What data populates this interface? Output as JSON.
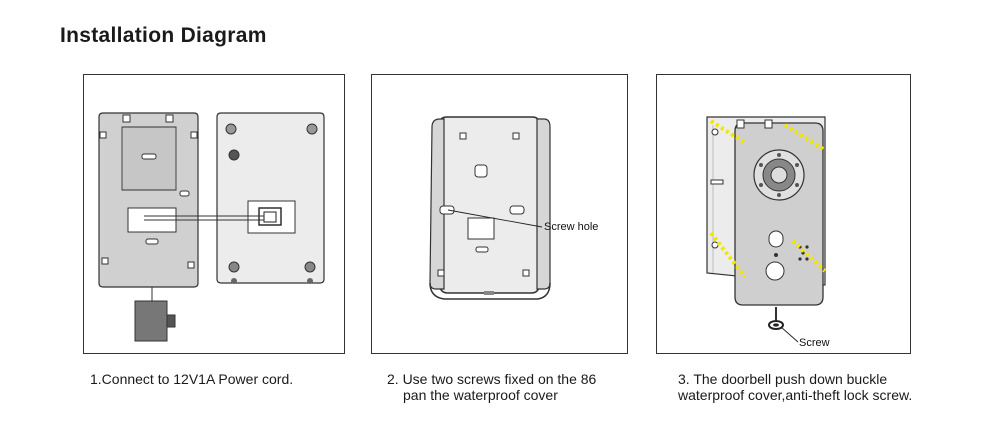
{
  "title": "Installation Diagram",
  "steps": [
    {
      "line1": "1.Connect to 12V1A Power cord.",
      "line2": ""
    },
    {
      "line1": "2. Use two screws fixed  on the 86",
      "line2": "pan the waterproof cover"
    },
    {
      "line1": "3. The doorbell push down buckle",
      "line2": "waterproof cover,anti-theft lock screw."
    }
  ],
  "callouts": {
    "screw_hole": "Screw hole",
    "screw": "Screw"
  },
  "colors": {
    "device_fill": "#cfcfcf",
    "back_fill": "#ececec",
    "line": "#333333",
    "highlight": "#f2e600"
  }
}
